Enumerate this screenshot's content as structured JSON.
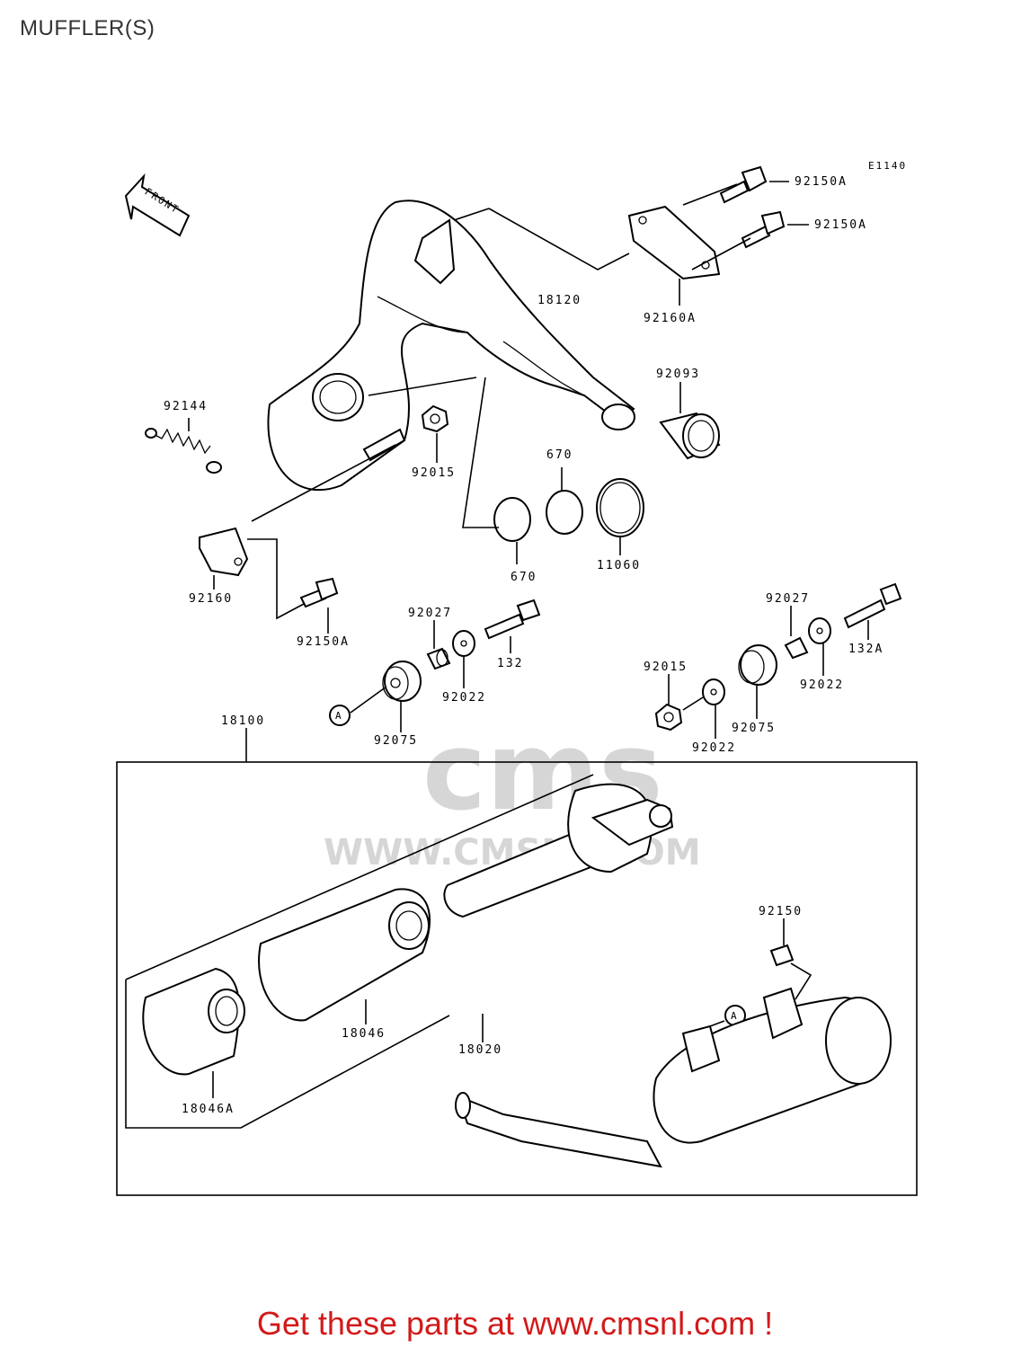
{
  "title": "MUFFLER(S)",
  "diagram_code": "E1140",
  "front_label": "FRONT",
  "watermark": {
    "text": "WWW.CMSNL.COM",
    "logo": "cms"
  },
  "callout_letter": "A",
  "parts": {
    "p18120": "18120",
    "p92150A_1": "92150A",
    "p92150A_2": "92150A",
    "p92160A": "92160A",
    "p92093": "92093",
    "p92144": "92144",
    "p92015_1": "92015",
    "p670_top": "670",
    "p670_bottom": "670",
    "p11060": "11060",
    "p92160": "92160",
    "p92150A_3": "92150A",
    "p92027_1": "92027",
    "p132": "132",
    "p92022_1": "92022",
    "p92075_1": "92075",
    "p92027_2": "92027",
    "p132A": "132A",
    "p92022_2": "92022",
    "p92015_2": "92015",
    "p92075_2": "92075",
    "p92022_3": "92022",
    "p18100": "18100",
    "p92150": "92150",
    "p18046": "18046",
    "p18020": "18020",
    "p18046A": "18046A"
  },
  "footer": "Get these parts at www.cmsnl.com !"
}
